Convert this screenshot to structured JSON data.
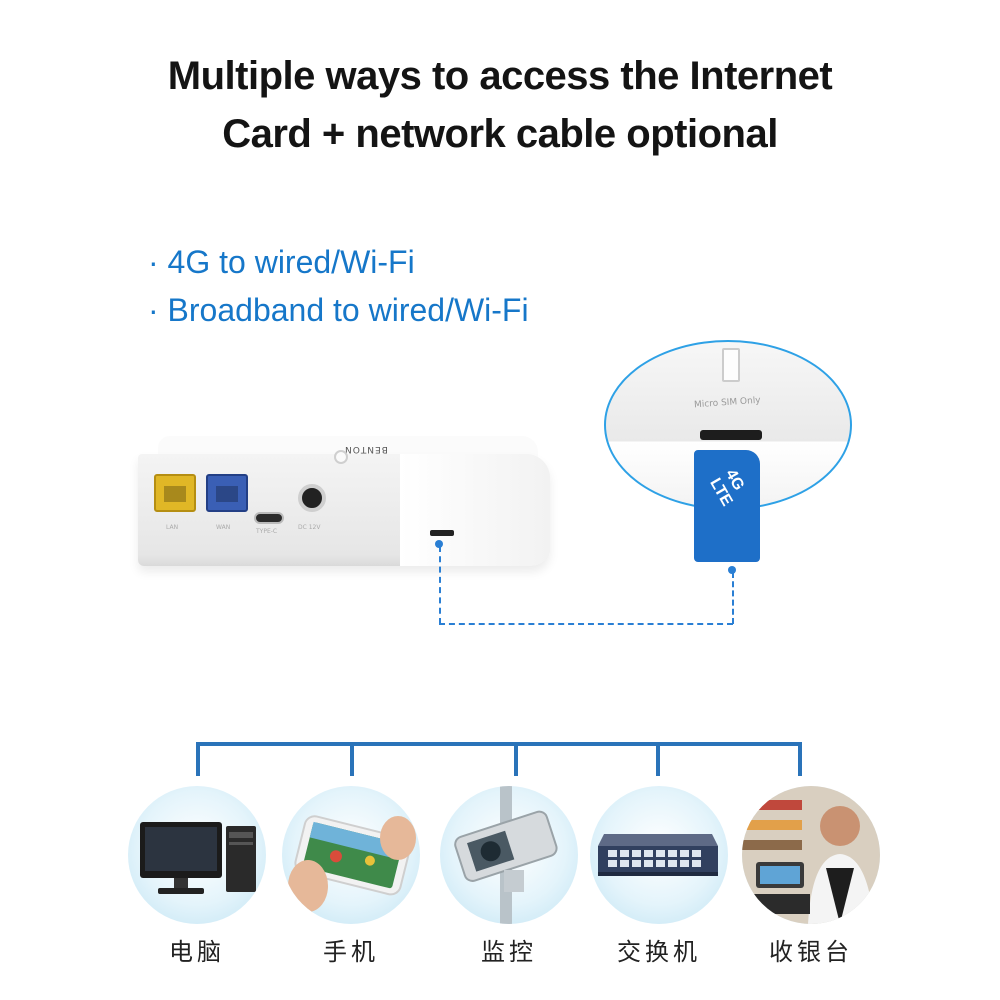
{
  "headline": {
    "line1": "Multiple ways to access the Internet",
    "line2": "Card + network cable optional"
  },
  "bullets": [
    "· 4G to wired/Wi-Fi",
    "· Broadband to wired/Wi-Fi"
  ],
  "router": {
    "brand": "BENTON",
    "port_labels": [
      "LAN",
      "WAN",
      "TYPE-C",
      "DC 12V"
    ]
  },
  "zoom": {
    "slot_text": "Micro SIM Only"
  },
  "sim_card": {
    "label": "4G LTE"
  },
  "colors": {
    "accent_blue": "#1677c9",
    "bracket_blue": "#2a73b9",
    "sim_blue": "#1e6fc8"
  },
  "devices": [
    {
      "label": "电脑",
      "icon": "computer-icon"
    },
    {
      "label": "手机",
      "icon": "phone-icon"
    },
    {
      "label": "监控",
      "icon": "camera-icon"
    },
    {
      "label": "交换机",
      "icon": "switch-icon"
    },
    {
      "label": "收银台",
      "icon": "cashier-icon"
    }
  ]
}
